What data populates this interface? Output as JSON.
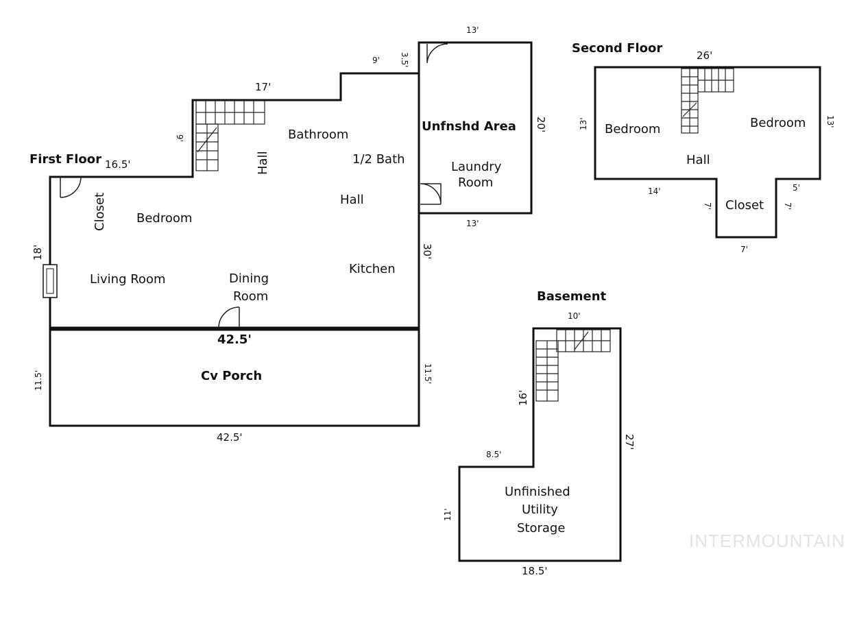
{
  "first_floor": {
    "title": "First Floor",
    "rooms": {
      "bathroom": "Bathroom",
      "half_bath": "1/2 Bath",
      "hall_vertical": "Hall",
      "hall": "Hall",
      "closet": "Closet",
      "bedroom": "Bedroom",
      "living_room": "Living Room",
      "dining_room_line1": "Dining",
      "dining_room_line2": "Room",
      "kitchen": "Kitchen",
      "unfinished_area": "Unfnshd Area",
      "laundry_line1": "Laundry",
      "laundry_line2": "Room",
      "porch": "Cv Porch"
    },
    "dimensions": {
      "left_upper": "16.5'",
      "stair_wall_top": "17'",
      "stair_wall_side": "9'",
      "step_top": "9'",
      "step_side": "3.5'",
      "unfinished_top": "13'",
      "unfinished_side": "20'",
      "unfinished_bottom": "13'",
      "left_height": "18'",
      "right_height": "30'",
      "house_width": "42.5'",
      "porch_left": "11.5'",
      "porch_right": "11.5'",
      "porch_width": "42.5'"
    }
  },
  "second_floor": {
    "title": "Second Floor",
    "rooms": {
      "bedroom_left": "Bedroom",
      "bedroom_right": "Bedroom",
      "hall": "Hall",
      "closet": "Closet"
    },
    "dimensions": {
      "width": "26'",
      "left_height": "13'",
      "right_height": "13'",
      "bottom_left": "14'",
      "bottom_right": "5'",
      "closet_left": "7'",
      "closet_right": "7'",
      "closet_bottom": "7'"
    }
  },
  "basement": {
    "title": "Basement",
    "rooms": {
      "line1": "Unfinished",
      "line2": "Utility",
      "line3": "Storage"
    },
    "dimensions": {
      "top": "10'",
      "upper_left": "16'",
      "right": "27'",
      "step": "8.5'",
      "lower_left": "11'",
      "bottom": "18.5'"
    }
  },
  "watermark": "INTERMOUNTAIN"
}
